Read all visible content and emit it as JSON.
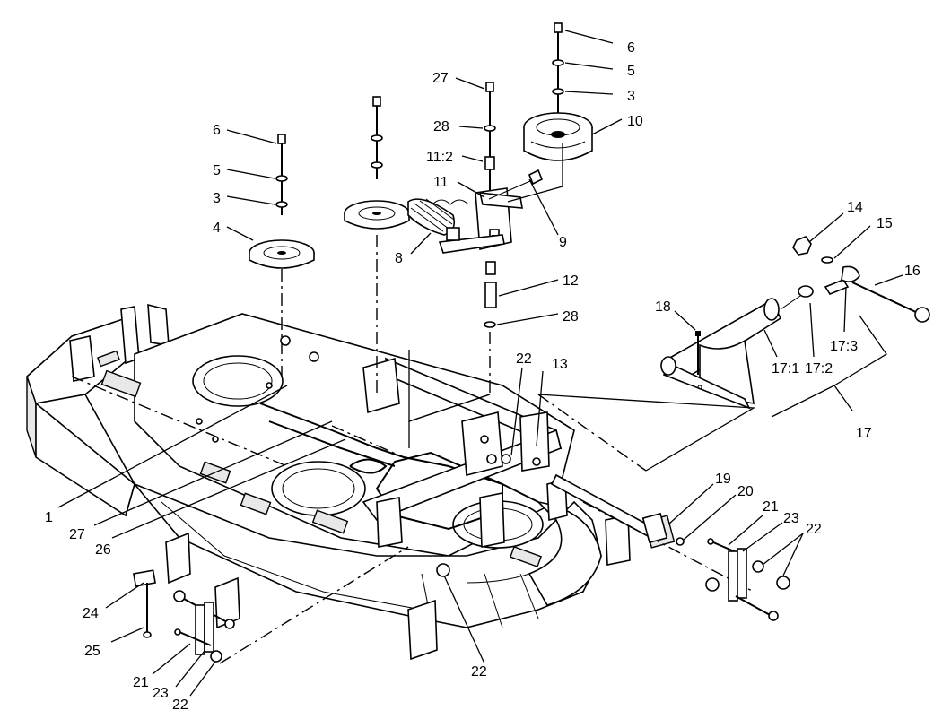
{
  "callouts": [
    {
      "id": "c1",
      "text": "1"
    },
    {
      "id": "c3a",
      "text": "3"
    },
    {
      "id": "c3b",
      "text": "3"
    },
    {
      "id": "c4",
      "text": "4"
    },
    {
      "id": "c5a",
      "text": "5"
    },
    {
      "id": "c5b",
      "text": "5"
    },
    {
      "id": "c6a",
      "text": "6"
    },
    {
      "id": "c6b",
      "text": "6"
    },
    {
      "id": "c8",
      "text": "8"
    },
    {
      "id": "c9",
      "text": "9"
    },
    {
      "id": "c10",
      "text": "10"
    },
    {
      "id": "c11",
      "text": "11"
    },
    {
      "id": "c11_2",
      "text": "11:2"
    },
    {
      "id": "c12",
      "text": "12"
    },
    {
      "id": "c13",
      "text": "13"
    },
    {
      "id": "c14",
      "text": "14"
    },
    {
      "id": "c15",
      "text": "15"
    },
    {
      "id": "c16",
      "text": "16"
    },
    {
      "id": "c17",
      "text": "17"
    },
    {
      "id": "c17_1",
      "text": "17:1"
    },
    {
      "id": "c17_2",
      "text": "17:2"
    },
    {
      "id": "c17_3",
      "text": "17:3"
    },
    {
      "id": "c18",
      "text": "18"
    },
    {
      "id": "c19",
      "text": "19"
    },
    {
      "id": "c20",
      "text": "20"
    },
    {
      "id": "c21a",
      "text": "21"
    },
    {
      "id": "c21b",
      "text": "21"
    },
    {
      "id": "c22a",
      "text": "22"
    },
    {
      "id": "c22b",
      "text": "22"
    },
    {
      "id": "c22c",
      "text": "22"
    },
    {
      "id": "c22d",
      "text": "22"
    },
    {
      "id": "c23a",
      "text": "23"
    },
    {
      "id": "c23b",
      "text": "23"
    },
    {
      "id": "c24",
      "text": "24"
    },
    {
      "id": "c25",
      "text": "25"
    },
    {
      "id": "c26",
      "text": "26"
    },
    {
      "id": "c27a",
      "text": "27"
    },
    {
      "id": "c27b",
      "text": "27"
    },
    {
      "id": "c28a",
      "text": "28"
    },
    {
      "id": "c28b",
      "text": "28"
    }
  ]
}
